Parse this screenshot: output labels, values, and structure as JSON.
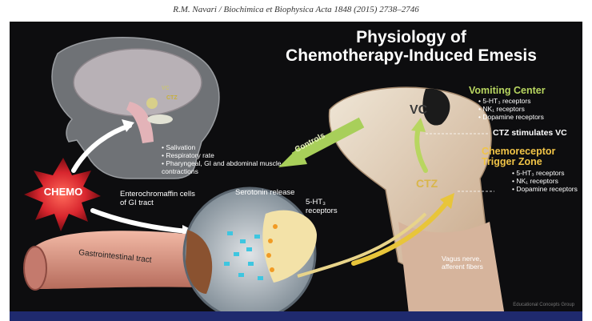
{
  "citation": "R.M. Navari / Biochimica et Biophysica Acta 1848 (2015) 2738–2746",
  "figure": {
    "title_line1": "Physiology of",
    "title_line2": "Chemotherapy-Induced Emesis",
    "vomiting_center": {
      "heading": "Vomiting Center",
      "items": [
        "5-HT₃ receptors",
        "NK₁ receptors",
        "Dopamine receptors"
      ]
    },
    "ctz_stimulates": "CTZ stimulates VC",
    "crtz": {
      "heading_line1": "Chemoreceptor",
      "heading_line2": "Trigger Zone",
      "items": [
        "5-HT₃ receptors",
        "NK₁ receptors",
        "Dopamine receptors"
      ]
    },
    "effects": [
      "Salivation",
      "Respiratory rate",
      "Pharyngeal, GI and abdominal muscle contractions"
    ],
    "controls_label": "Controls",
    "chemo_label": "CHEMO",
    "enterochromaffin": "Enterochromaffin cells of GI tract",
    "serotonin_release": "Serotonin release",
    "ht3_receptors": "5-HT₃ receptors",
    "gi_tract": "Gastrointestinal tract",
    "vagus": "Vagus nerve, afferent fibers",
    "vc_tag": "VC",
    "ctz_tag": "CTZ",
    "brain_vc": "VC",
    "brain_ctz": "CTZ",
    "credit": "Educational Concepts Group"
  },
  "colors": {
    "background": "#0d0d0f",
    "green_heading": "#b8d660",
    "yellow_heading": "#f1c447",
    "chemo_burst": "#d8262e",
    "serotonin": "#3ec6e0"
  }
}
